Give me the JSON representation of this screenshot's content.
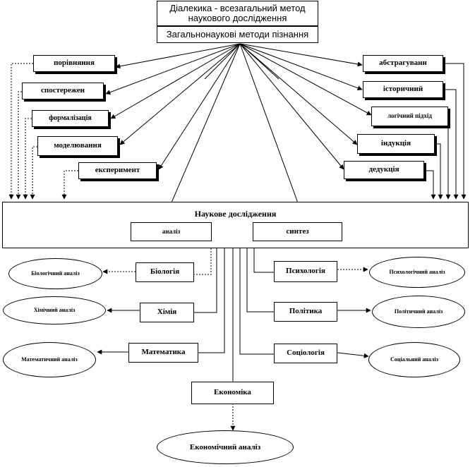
{
  "header": {
    "title": "Діалекика - всезагальний метод наукового дослідження",
    "subtitle": "Загальнонаукові методи пізнання"
  },
  "methods_left": [
    "порівняння",
    "спостережен",
    "формалізація",
    "моделювання",
    "експеримент"
  ],
  "methods_right": [
    "абстрагуванн",
    "історичний",
    "логічний підхід",
    "індукція",
    "дедукція"
  ],
  "research": {
    "title": "Наукове дослідження",
    "analysis": "аналіз",
    "synthesis": "синтез"
  },
  "sciences_left": [
    "Біологія",
    "Хімія",
    "Математика"
  ],
  "sciences_right": [
    "Психологія",
    "Політика",
    "Соціологія"
  ],
  "science_bottom": "Економіка",
  "analyses_left": [
    "Біологічний аналіз",
    "Хімічний аналіз",
    "Математичний аналіз"
  ],
  "analyses_right": [
    "Психологічний аналіз",
    "Політичний аналіз",
    "Соціальний аналіз"
  ],
  "analysis_bottom": "Економічний аналіз"
}
